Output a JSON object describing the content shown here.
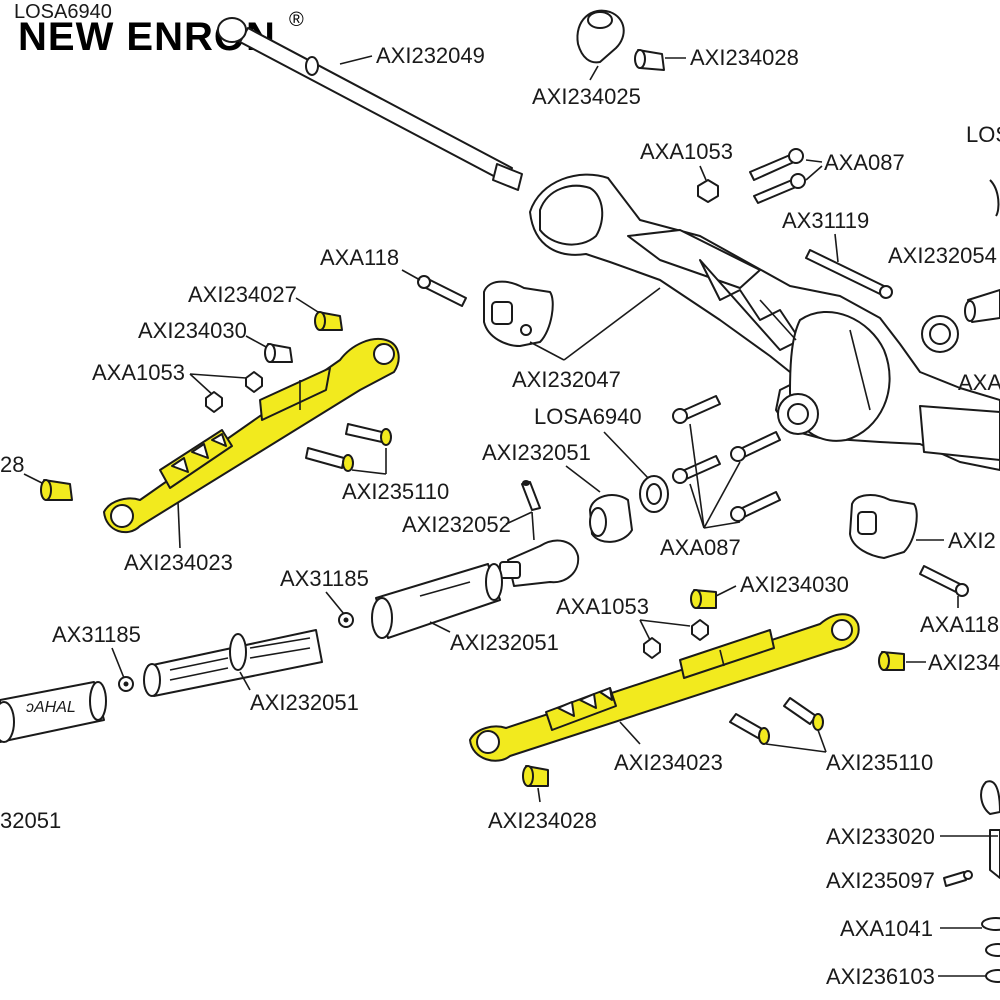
{
  "brand": {
    "logo_text": "NEW ENRON",
    "registered_mark": "®"
  },
  "colors": {
    "highlight": "#f2ea1e",
    "line": "#1a1a1a"
  },
  "labels": {
    "losa6940_top": "LOSA6940",
    "axi232049": "AXI232049",
    "axi234028_top": "AXI234028",
    "axi234025": "AXI234025",
    "axa1053_top": "AXA1053",
    "axa087_top": "AXA087",
    "losa_right_cut": "LOS",
    "ax31119": "AX31119",
    "axi232054": "AXI232054",
    "axa118_left": "AXA118",
    "axi234027": "AXI234027",
    "axi234030_left": "AXI234030",
    "axa1053_left": "AXA1053",
    "axi232047": "AXI232047",
    "axa_right_cut": "AXA",
    "losa6940_mid": "LOSA6940",
    "axi232051_mid": "AXI232051",
    "left_cut_28": "28",
    "axi235110_left": "AXI235110",
    "axi232052": "AXI232052",
    "axa087_mid": "AXA087",
    "axi_right_cut": "AXI2",
    "axi234023_left": "AXI234023",
    "ax31185_mid": "AX31185",
    "axi234030_right": "AXI234030",
    "axa1053_mid": "AXA1053",
    "axa118_right": "AXA118",
    "ax31185_left": "AX31185",
    "axi232051_center": "AXI232051",
    "axi234_right_cut": "AXI234",
    "axi232051_lower": "AXI232051",
    "axi234023_right": "AXI234023",
    "axi235110_right": "AXI235110",
    "left_cut_32051": "32051",
    "axi234028_bottom": "AXI234028",
    "axi233020": "AXI233020",
    "axi235097": "AXI235097",
    "axa1041": "AXA1041",
    "axi236103": "AXI236103"
  },
  "icons": {
    "driveshaft_text": "ↄAHAL"
  }
}
